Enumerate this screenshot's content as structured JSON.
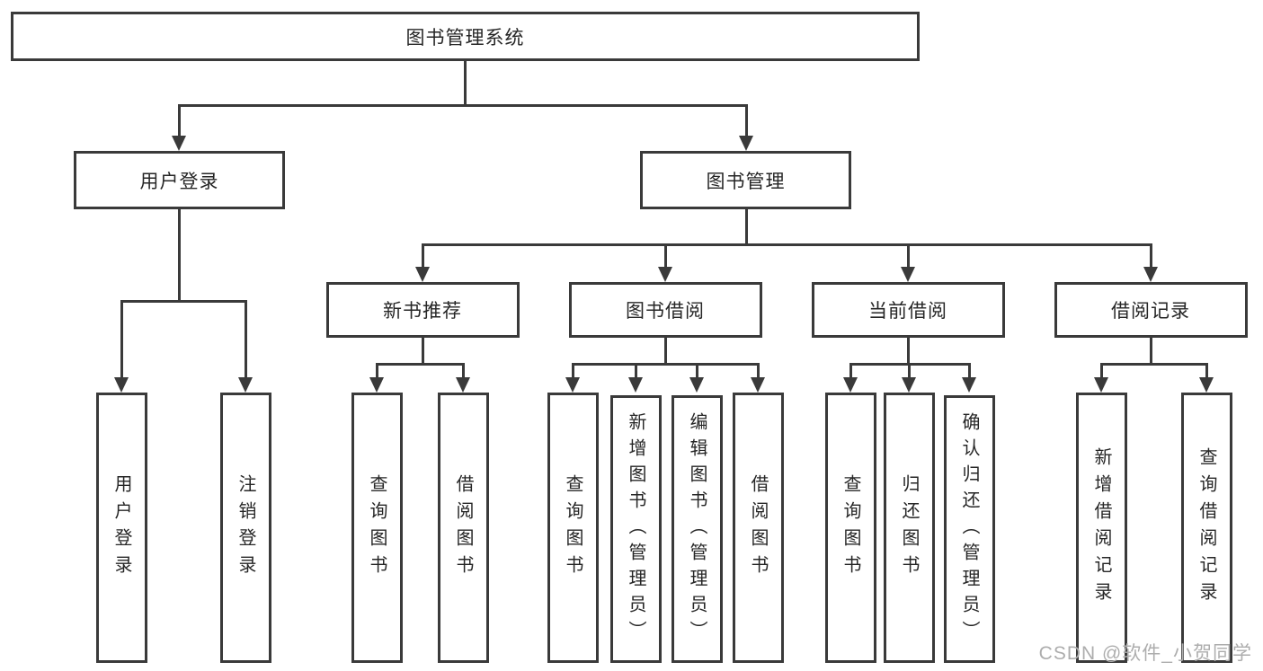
{
  "tree": {
    "root": "图书管理系统",
    "branches": [
      {
        "label": "用户登录",
        "children": [
          {
            "label": "用户登录"
          },
          {
            "label": "注销登录"
          }
        ]
      },
      {
        "label": "图书管理",
        "children": [
          {
            "label": "新书推荐",
            "children": [
              {
                "label": "查询图书"
              },
              {
                "label": "借阅图书"
              }
            ]
          },
          {
            "label": "图书借阅",
            "children": [
              {
                "label": "查询图书"
              },
              {
                "label": "新增图书（管理员）"
              },
              {
                "label": "编辑图书（管理员）"
              },
              {
                "label": "借阅图书"
              }
            ]
          },
          {
            "label": "当前借阅",
            "children": [
              {
                "label": "查询图书"
              },
              {
                "label": "归还图书"
              },
              {
                "label": "确认归还（管理员）"
              }
            ]
          },
          {
            "label": "借阅记录",
            "children": [
              {
                "label": "新增借阅记录"
              },
              {
                "label": "查询借阅记录"
              }
            ]
          }
        ]
      }
    ]
  },
  "watermark": {
    "text": "CSDN @软件_小贺同学"
  },
  "colors": {
    "line": "#3a3a3a",
    "text": "#262626",
    "watermark": "#adadad",
    "background": "#ffffff"
  }
}
